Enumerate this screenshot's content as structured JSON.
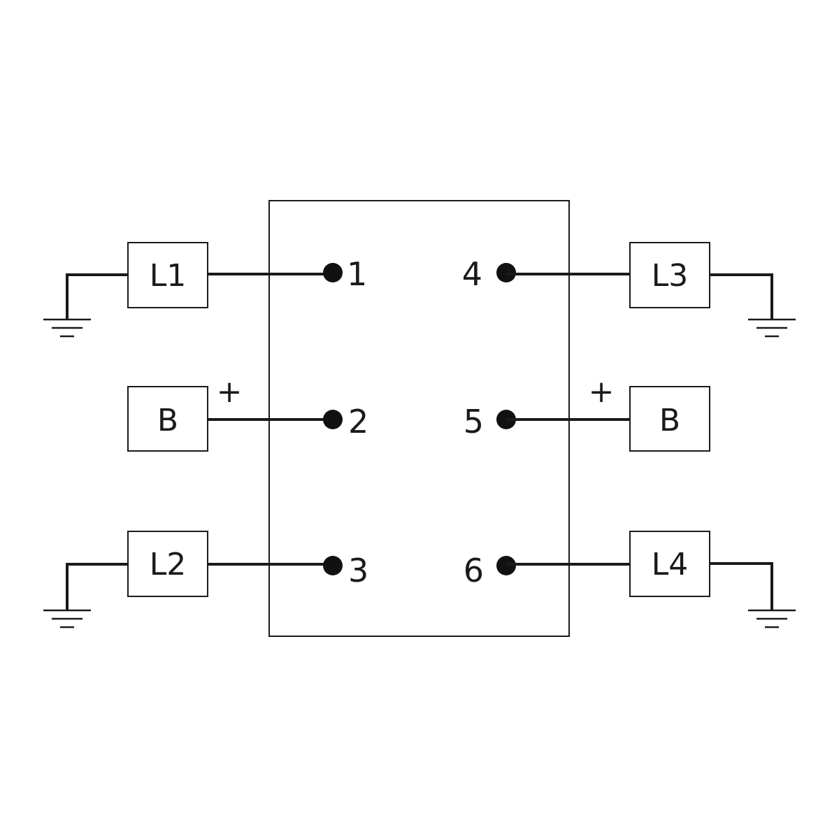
{
  "pins": {
    "p1": "1",
    "p2": "2",
    "p3": "3",
    "p4": "4",
    "p5": "5",
    "p6": "6"
  },
  "loads": {
    "l1": "L1",
    "l2": "L2",
    "l3": "L3",
    "l4": "L4"
  },
  "batteries": {
    "left": "B",
    "right": "B"
  },
  "polarity": {
    "left": "+",
    "right": "+"
  }
}
